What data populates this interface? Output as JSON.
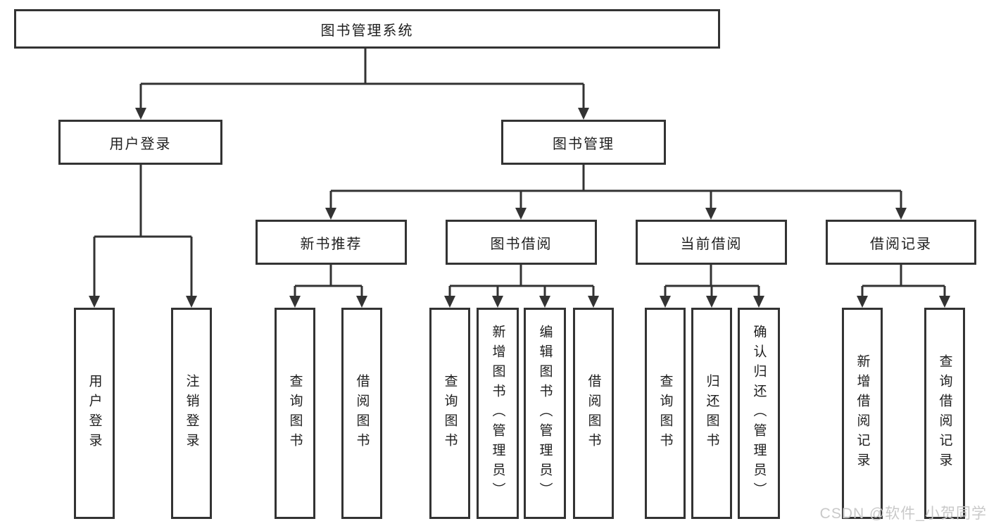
{
  "tree": {
    "root": {
      "label": "图书管理系统",
      "children": [
        {
          "label": "用户登录",
          "children": [
            {
              "label": "用户登录"
            },
            {
              "label": "注销登录"
            }
          ]
        },
        {
          "label": "图书管理",
          "children": [
            {
              "label": "新书推荐",
              "children": [
                {
                  "label": "查询图书"
                },
                {
                  "label": "借阅图书"
                }
              ]
            },
            {
              "label": "图书借阅",
              "children": [
                {
                  "label": "查询图书"
                },
                {
                  "label": "新增图书（管理员）"
                },
                {
                  "label": "编辑图书（管理员）"
                },
                {
                  "label": "借阅图书"
                }
              ]
            },
            {
              "label": "当前借阅",
              "children": [
                {
                  "label": "查询图书"
                },
                {
                  "label": "归还图书"
                },
                {
                  "label": "确认归还（管理员）"
                }
              ]
            },
            {
              "label": "借阅记录",
              "children": [
                {
                  "label": "新增借阅记录"
                },
                {
                  "label": "查询借阅记录"
                }
              ]
            }
          ]
        }
      ]
    }
  },
  "watermark": {
    "text": "CSDN @软件_小贺同学"
  },
  "colors": {
    "line": "#333333",
    "border": "#333333",
    "text": "#1f1f1f",
    "background": "#ffffff",
    "watermark": "#c9c9c9"
  }
}
